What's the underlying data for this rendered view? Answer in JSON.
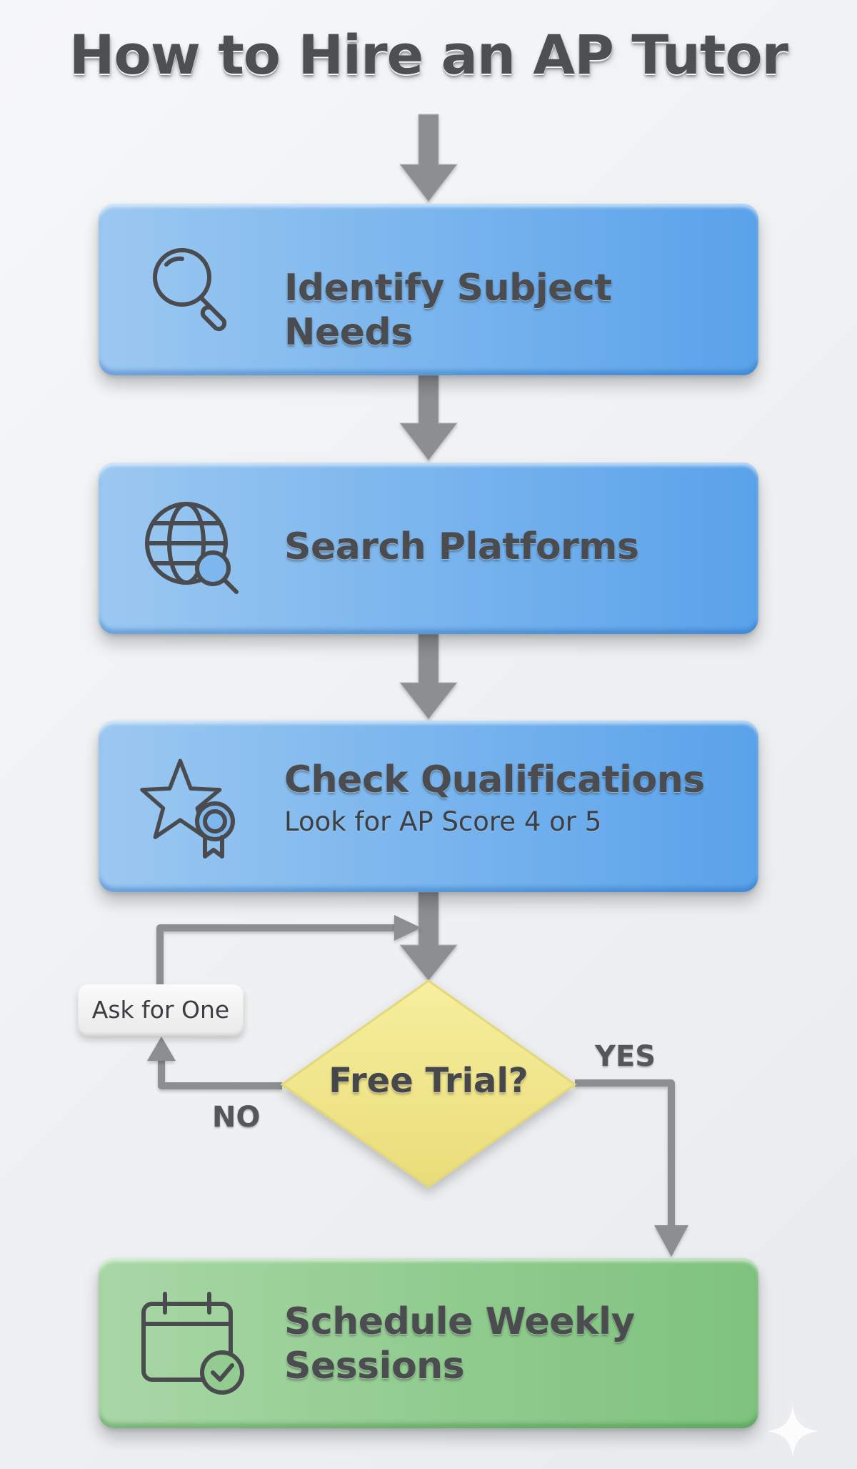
{
  "title": "How to Hire an AP Tutor",
  "steps": [
    {
      "label": "Identify Subject Needs",
      "icon": "magnifier-icon"
    },
    {
      "label": "Search Platforms",
      "icon": "globe-search-icon"
    },
    {
      "label": "Check Qualifications",
      "sublabel": "Look for AP Score 4 or 5",
      "icon": "star-badge-icon"
    }
  ],
  "decision": {
    "label": "Free Trial?",
    "yes_label": "YES",
    "no_label": "NO",
    "no_action": "Ask for One"
  },
  "final_step": {
    "label_line1": "Schedule Weekly",
    "label_line2": "Sessions",
    "icon": "calendar-check-icon"
  },
  "colors": {
    "step_box": "#7db7ee",
    "final_box": "#92cc90",
    "decision": "#f1e58f",
    "connector": "#8d8e90",
    "text": "#4b4c50"
  }
}
